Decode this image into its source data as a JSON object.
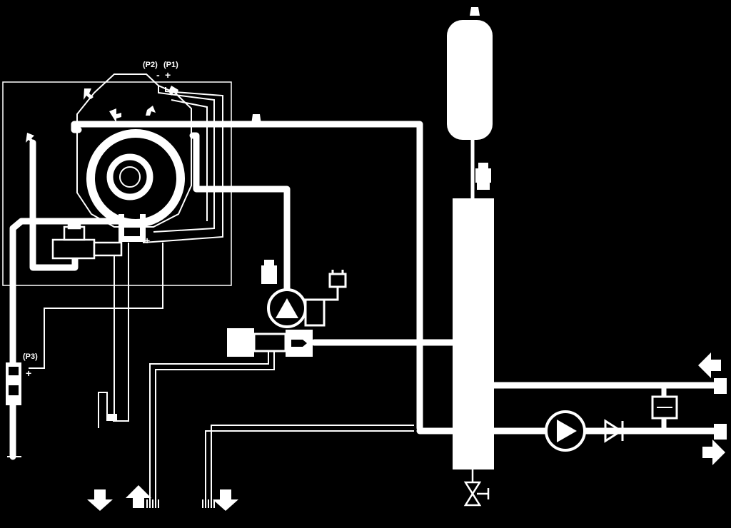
{
  "diagram": {
    "background": "#000000",
    "foreground": "#ffffff",
    "labels": {
      "p2": "(P2)",
      "p1": "(P1)",
      "p3": "(P3)",
      "minus": "-",
      "plus": "+",
      "plus_sensor": "+",
      "plus_p3": "+"
    }
  }
}
